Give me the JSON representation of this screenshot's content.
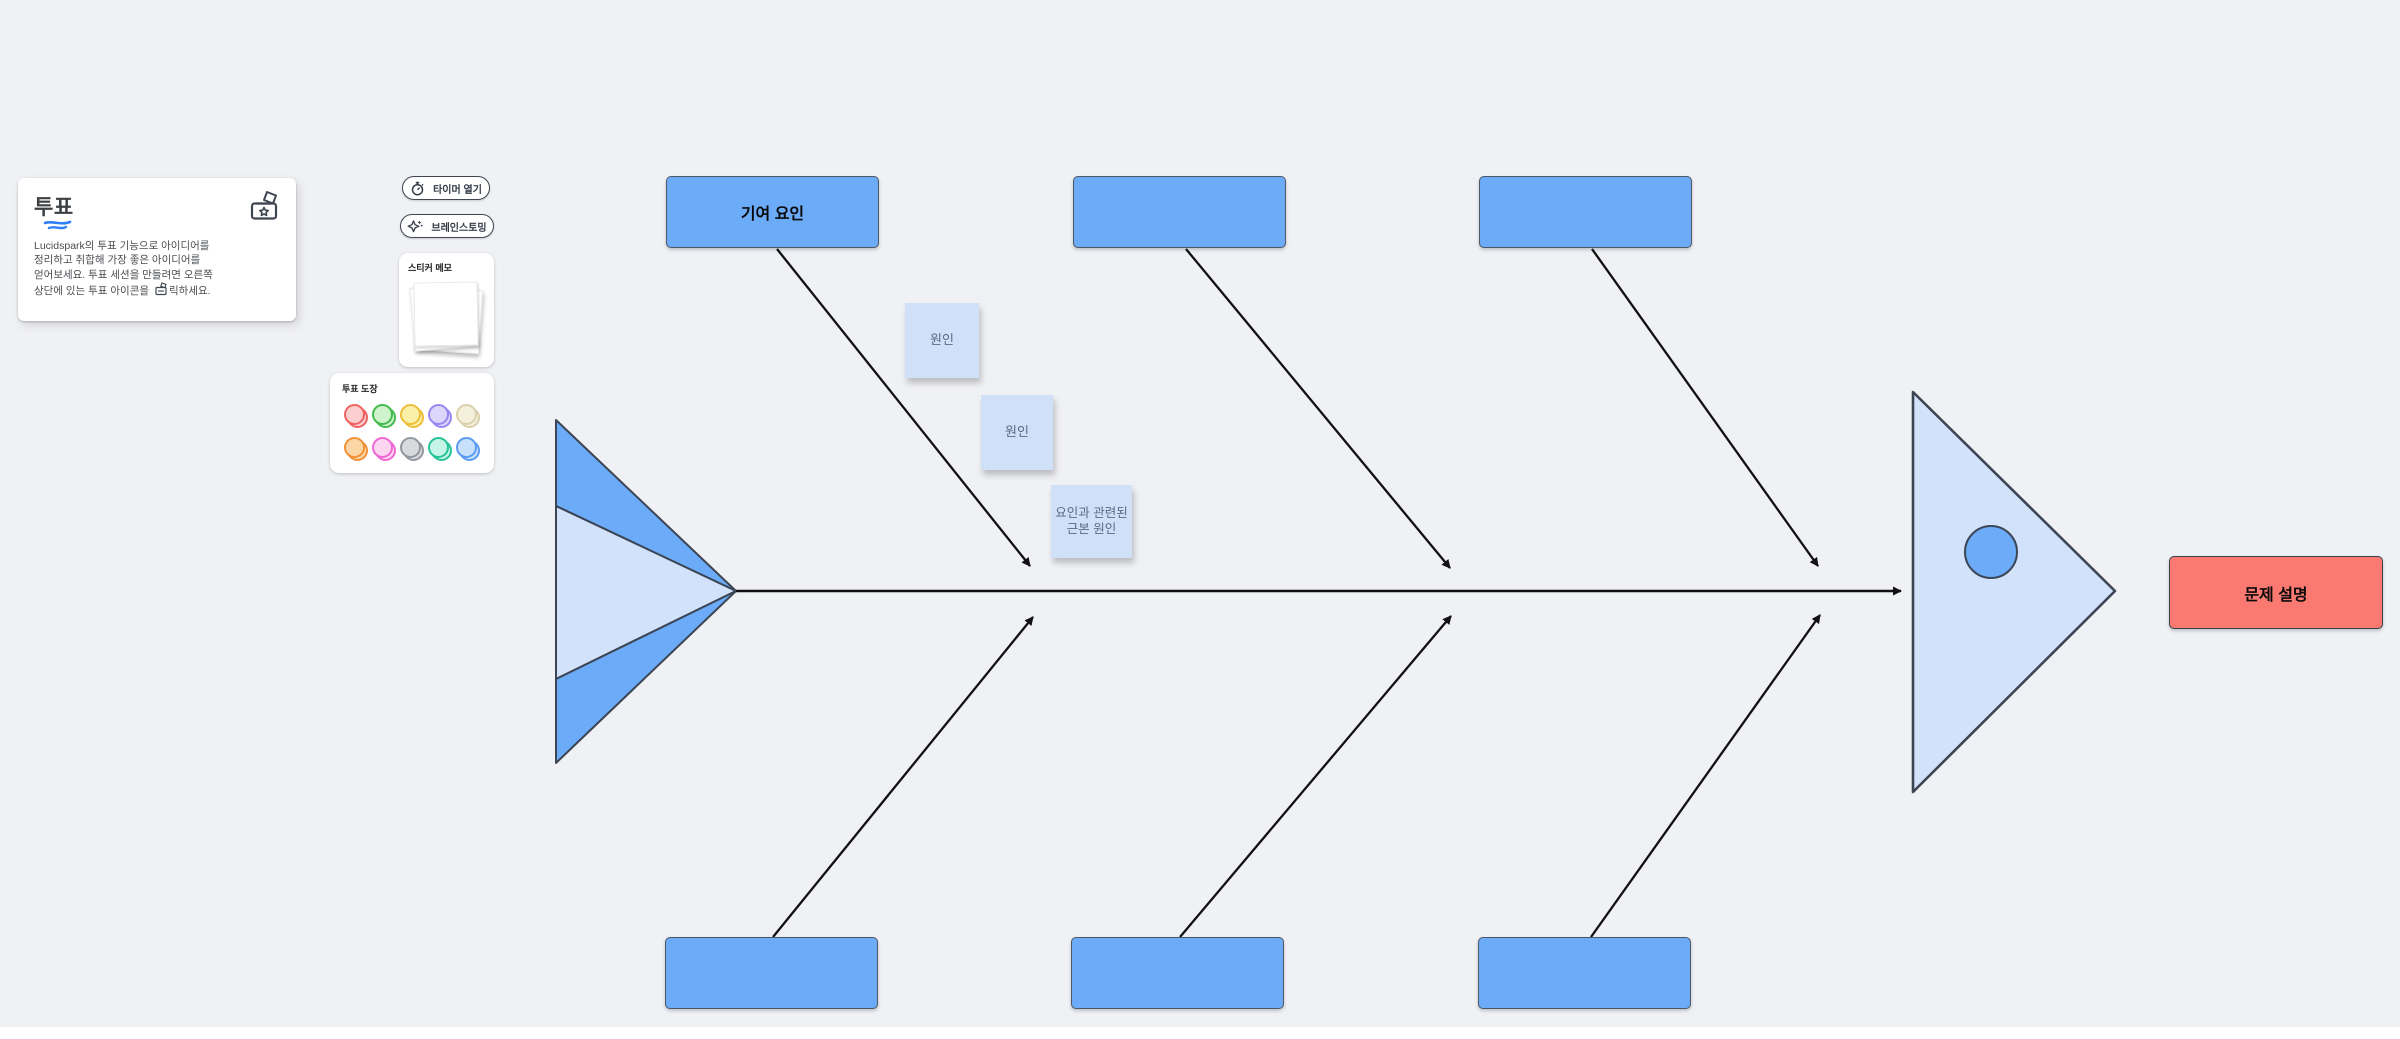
{
  "colors": {
    "canvas_bg": "#f0f1f4",
    "shape_blue": "#6babf7",
    "shape_blue_light": "#d2e2fb",
    "shape_red": "#fa7a72",
    "note_blue": "#cfe0f7",
    "note_text": "#5b6b80",
    "stroke_dark": "#3c4554",
    "line_black": "#111111",
    "accent_blue": "#2f80f7"
  },
  "info_panel": {
    "title": "투표",
    "body_line1": "Lucidspark의 투표 기능으로 아이디어를",
    "body_line2": "정리하고 취합해 가장 좋은 아이디어를",
    "body_line3": "얻어보세요. 투표 세션을 만들려면 오른쪽",
    "body_line4_pre": "상단에 있는 투표 아이콘을",
    "body_line4_post": "릭하세요."
  },
  "toolbar": {
    "timer_label": "타이머 열기",
    "brainstorm_label": "브레인스토밍"
  },
  "sticker_card": {
    "label": "스티커 메모"
  },
  "stamp_card": {
    "label": "투표 도장",
    "stamps": [
      {
        "name": "red",
        "fill": "#fbcfcf",
        "border": "#ef6262"
      },
      {
        "name": "green",
        "fill": "#cff3cd",
        "border": "#43b94e"
      },
      {
        "name": "yellow",
        "fill": "#fbf0a8",
        "border": "#edbe3a"
      },
      {
        "name": "purple",
        "fill": "#dcd6fa",
        "border": "#9787f2"
      },
      {
        "name": "cream",
        "fill": "#f5f0dc",
        "border": "#d9d0ad"
      },
      {
        "name": "orange",
        "fill": "#fbd7a8",
        "border": "#f19136"
      },
      {
        "name": "pink",
        "fill": "#fcd6f1",
        "border": "#f067d4"
      },
      {
        "name": "gray",
        "fill": "#d8dade",
        "border": "#93979f"
      },
      {
        "name": "teal",
        "fill": "#c6f4e6",
        "border": "#27c398"
      },
      {
        "name": "blue",
        "fill": "#c8e0fb",
        "border": "#5b9bf2"
      }
    ]
  },
  "diagram": {
    "top_boxes": [
      {
        "label": "기여 요인"
      },
      {
        "label": ""
      },
      {
        "label": ""
      }
    ],
    "bottom_boxes": [
      {
        "label": ""
      },
      {
        "label": ""
      },
      {
        "label": ""
      }
    ],
    "problem_box": {
      "label": "문제 설명"
    },
    "notes": [
      {
        "label": "원인"
      },
      {
        "label": "원인"
      },
      {
        "label": "요인과 관련된 근본 원인"
      }
    ]
  }
}
